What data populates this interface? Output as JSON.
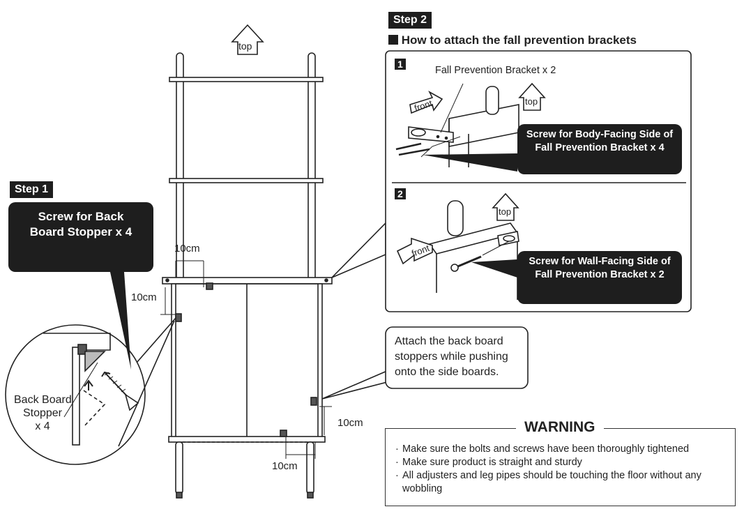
{
  "top_arrow_label": "top",
  "step1": {
    "tag": "Step 1",
    "callout_line1": "Screw for Back",
    "callout_line2": "Board Stopper x 4",
    "detail_label_line1": "Back Board",
    "detail_label_line2": "Stopper",
    "detail_label_line3": "x 4"
  },
  "dimensions": {
    "top_horizontal": "10cm",
    "top_vertical": "10cm",
    "bottom_vertical": "10cm",
    "bottom_horizontal": "10cm"
  },
  "step2": {
    "tag": "Step 2",
    "heading": "How to attach the fall prevention brackets",
    "panel1": {
      "number": "1",
      "bracket_label": "Fall Prevention Bracket x 2",
      "front_label": "front",
      "top_label": "top",
      "callout_line1": "Screw for Body-Facing Side of",
      "callout_line2": "Fall Prevention Bracket x 4"
    },
    "panel2": {
      "number": "2",
      "front_label": "front",
      "top_label": "top",
      "callout_line1": "Screw for Wall-Facing Side of",
      "callout_line2": "Fall Prevention Bracket x 2"
    }
  },
  "attach_note": {
    "line1": "Attach the back board",
    "line2": "stoppers while pushing",
    "line3": "onto the side boards."
  },
  "warning": {
    "title": "WARNING",
    "items": [
      "Make sure the bolts and screws have been thoroughly tightened",
      "Make sure product is straight and sturdy",
      "All adjusters and leg pipes should be touching the floor without any",
      "wobbling"
    ]
  }
}
